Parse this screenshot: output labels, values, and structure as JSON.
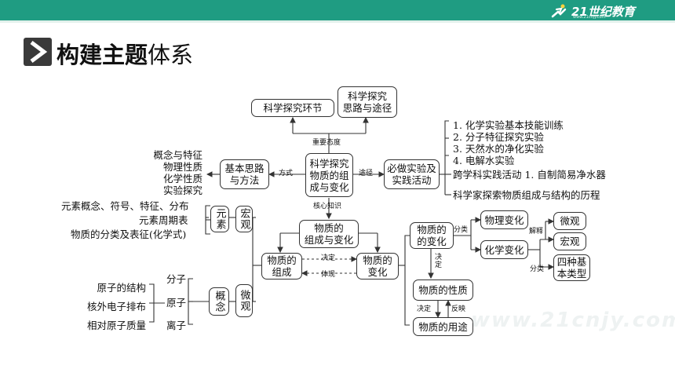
{
  "header": {
    "logo_text": "21世纪教育",
    "logo_sub": "www.21cnjy.com",
    "brand_color": "#1f9c82"
  },
  "slide": {
    "title_bold": "构建主题",
    "title_light": "体系"
  },
  "diagram": {
    "center": "科学探究\n物质的组\n成与变化",
    "top_left": "科学探究环节",
    "top_right": "科学探究\n思路与途径",
    "label_attitude": "重要态度",
    "left_box": "基本思路\n与方法",
    "label_method": "方式",
    "left_list": [
      "概念与特征",
      "物理性质",
      "化学性质",
      "实验探究"
    ],
    "right_box": "必做实验及\n实践活动",
    "label_path": "途径",
    "experiments": [
      "1. 化学实验基本技能训练",
      "2. 分子特征探究实验",
      "3. 天然水的净化实验",
      "4. 电解水实验"
    ],
    "practice_1": "跨学科实践活动 1. 自制简易净水器",
    "practice_2": "科学家探索物质组成与结构的历程",
    "label_core": "核心知识",
    "core_box": "物质的\n组成与变化",
    "comp_box": "物质的\n组成",
    "change_box": "物质的\n变化",
    "label_decide": "决定",
    "label_reflect": "体现",
    "macro_box": "宏观",
    "element_box": "元素",
    "element_list": [
      "元素概念、符号、特征、分布",
      "元素周期表",
      "物质的分类及表征(化学式)"
    ],
    "micro_box": "微观",
    "concept_box": "概念",
    "particles": [
      "分子",
      "原子",
      "离子"
    ],
    "atom_list": [
      "原子的结构",
      "核外电子排布",
      "相对原子质量"
    ],
    "r_change": "物质的\n的变化",
    "r_phys": "物理变化",
    "r_chem": "化学变化",
    "label_classify": "分类",
    "label_explain": "解释",
    "label_classify2": "分类",
    "r_micro": "微观",
    "r_macro": "宏观",
    "r_four": "四种基\n本类型",
    "label_decide2": "决\n定",
    "r_property": "物质的性质",
    "label_decide3": "决定",
    "label_reflect2": "反映",
    "r_use": "物质的用途"
  },
  "watermark": "www.21cnjy.com"
}
